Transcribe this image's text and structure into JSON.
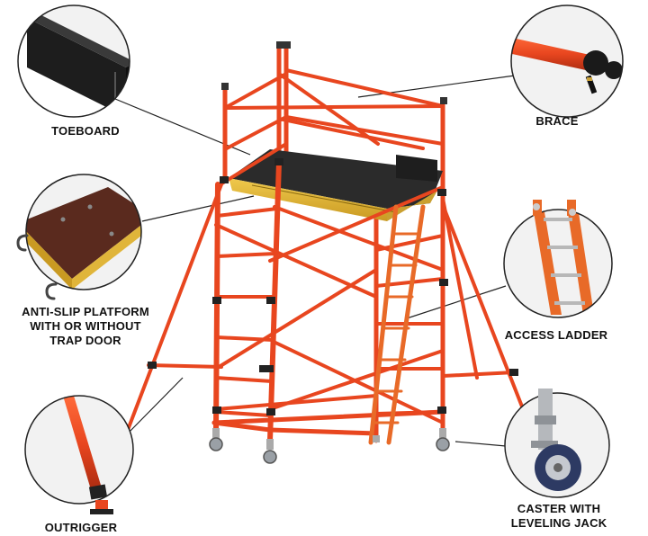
{
  "labels": {
    "toeboard": "TOEBOARD",
    "brace": "BRACE",
    "platform": [
      "ANTI-SLIP PLATFORM",
      "WITH OR WITHOUT",
      "TRAP DOOR"
    ],
    "ladder": "ACCESS LADDER",
    "outrigger": "OUTRIGGER",
    "caster": [
      "CASTER WITH",
      "LEVELING JACK"
    ]
  },
  "colors": {
    "frame": "#e8461f",
    "frame_dark": "#b83014",
    "ladder": "#e86a28",
    "deck": "#2a2a2a",
    "platform_wood": "#e0b53a",
    "leader_line": "#222222",
    "circle_border": "#222222"
  },
  "icons": [
    "toeboard-detail-image",
    "brace-detail-image",
    "platform-detail-image",
    "ladder-detail-image",
    "outrigger-detail-image",
    "caster-detail-image"
  ]
}
